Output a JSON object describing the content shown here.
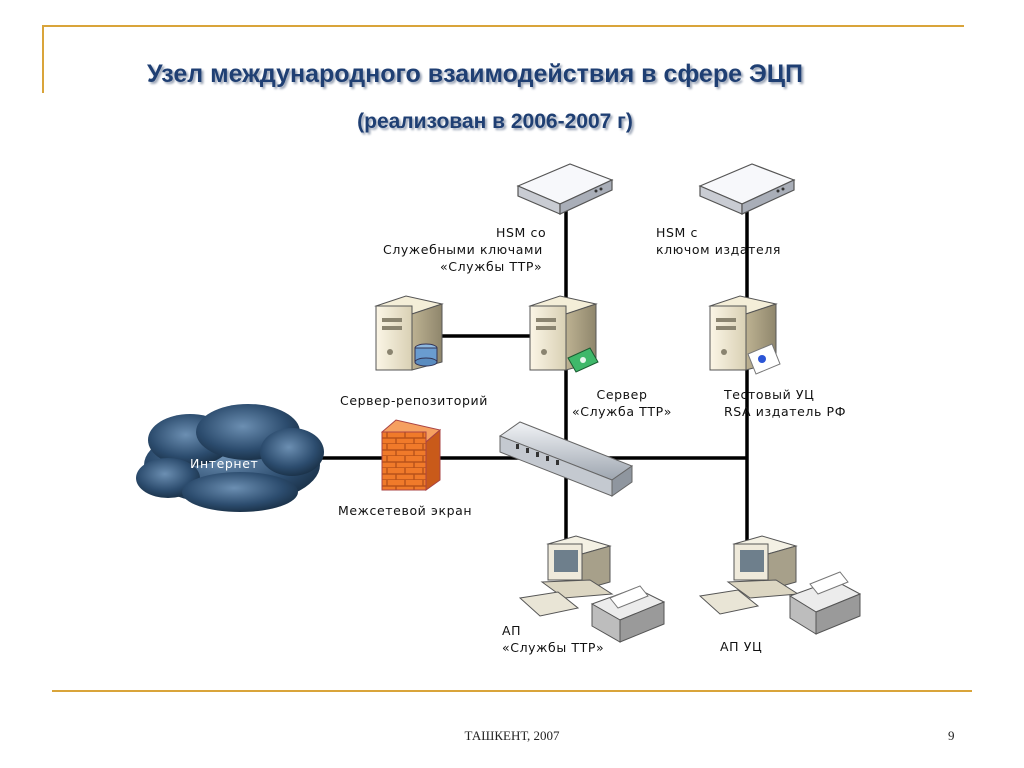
{
  "slide": {
    "title": "Узел международного взаимодействия в сфере ЭЦП",
    "subtitle": "(реализован в 2006-2007 г)",
    "footer_center": "ТАШКЕНТ, 2007",
    "page_number": "9"
  },
  "colors": {
    "accent_line": "#d9a43a",
    "title_text": "#1f3f73",
    "cloud": "#1d3550",
    "firewall": "#f07a2a"
  },
  "diagram": {
    "nodes": [
      {
        "id": "hsm_ttp",
        "icon": "hsm-device-icon",
        "label_lines": [
          "HSM со",
          "Служебными ключами",
          "«Службы ТТР»"
        ]
      },
      {
        "id": "hsm_issuer",
        "icon": "hsm-device-icon",
        "label_lines": [
          "HSM с",
          "ключом издателя"
        ]
      },
      {
        "id": "repo_server",
        "icon": "database-server-icon",
        "label_lines": [
          "Сервер-репозиторий"
        ]
      },
      {
        "id": "ttp_server",
        "icon": "server-icon",
        "label_lines": [
          "Сервер",
          "«Служба ТТР»"
        ]
      },
      {
        "id": "test_ca",
        "icon": "certificate-server-icon",
        "label_lines": [
          "Тестовый УЦ",
          "RSA издатель РФ"
        ]
      },
      {
        "id": "internet",
        "icon": "cloud-icon",
        "label_lines": [
          "Интернет"
        ]
      },
      {
        "id": "firewall",
        "icon": "firewall-brick-icon",
        "label_lines": [
          "Межсетевой экран"
        ]
      },
      {
        "id": "switch",
        "icon": "network-switch-icon",
        "label_lines": []
      },
      {
        "id": "ws_ttp",
        "icon": "workstation-printer-icon",
        "label_lines": [
          "АП",
          "«Службы ТТР»"
        ]
      },
      {
        "id": "ws_ca",
        "icon": "workstation-printer-icon",
        "label_lines": [
          "АП УЦ"
        ]
      }
    ]
  }
}
